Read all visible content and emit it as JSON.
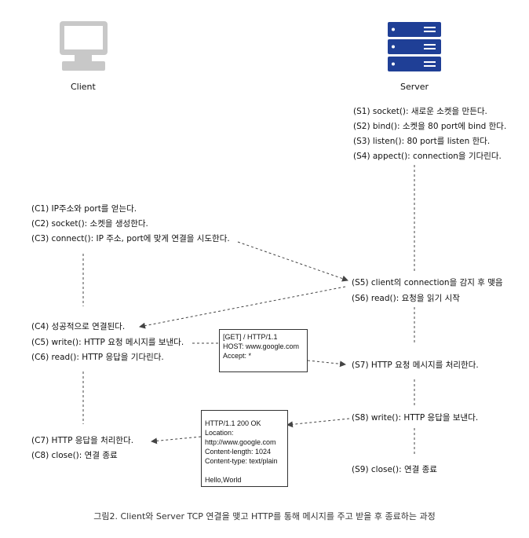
{
  "actors": {
    "client": {
      "label": "Client",
      "icon": "monitor-icon"
    },
    "server": {
      "label": "Server",
      "icon": "server-rack-icon"
    }
  },
  "server_steps": [
    "(S1) socket(): 새로운 소켓을 만든다.",
    "(S2) bind(): 소켓을 80 port에 bind 한다.",
    "(S3) listen(): 80 port를 listen 한다.",
    "(S4) appect(): connection을 기다린다.",
    "(S5) client의 connection을 감지 후 맺음",
    "(S6) read(): 요청을 읽기 시작",
    "(S7) HTTP 요청 메시지를 처리한다.",
    "(S8) write(): HTTP 응답을 보낸다.",
    "(S9) close(): 연결 종료"
  ],
  "client_steps": [
    "(C1) IP주소와 port를 얻는다.",
    "(C2) socket(): 소켓을 생성한다.",
    "(C3) connect(): IP 주소, port에 맞게 연결을 시도한다.",
    "(C4) 성공적으로 연결된다.",
    "(C5) write(): HTTP 요청 메시지를 보낸다.",
    "(C6) read(): HTTP 응답을 기다린다.",
    "(C7) HTTP 응답을 처리한다.",
    "(C8) close(): 연결 종료"
  ],
  "request_message": [
    "[GET] / HTTP/1.1",
    "HOST: www.google.com",
    "Accept: *"
  ],
  "response_message": [
    "HTTP/1.1 200 OK",
    "Location:",
    "http://www.google.com",
    "Content-length: 1024",
    "Content-type: text/plain",
    "",
    "Hello,World"
  ],
  "caption": "그림2. Client와 Server TCP 연결을 맺고 HTTP를 통해 메시지를 주고 받을 후 종료하는 과정",
  "colors": {
    "monitor": "#c9c9c9",
    "server_rack": "#1f3f96",
    "line": "#444444"
  }
}
